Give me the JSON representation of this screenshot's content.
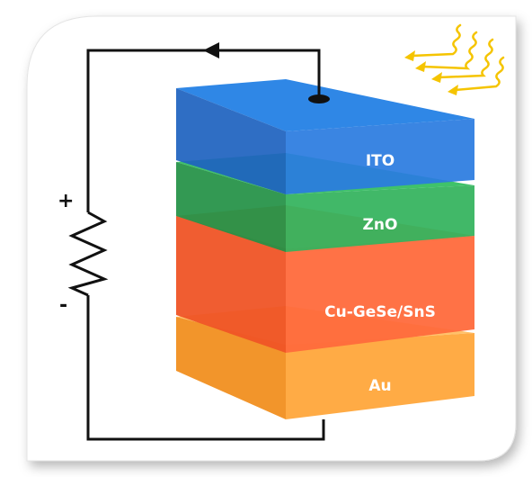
{
  "layers": [
    {
      "name": "ITO",
      "top": "#2f87e6",
      "front": "#2b7ce0",
      "side": "#1f63c0"
    },
    {
      "name": "ZnO",
      "top": "#3fc26a",
      "front": "#33b35c",
      "side": "#249146"
    },
    {
      "name": "Cu-GeSe/SnS",
      "top": "#ff8a66",
      "front": "#ff6a3c",
      "side": "#ef5426"
    },
    {
      "name": "Au",
      "top": "#ffc16a",
      "front": "#ffab45",
      "side": "#f2952b"
    }
  ],
  "circuit": {
    "plus_sign": "+",
    "minus_sign": "-"
  },
  "colors": {
    "wire": "#111111",
    "light_rays": "#f5c400",
    "card_border": "#e2e2e2"
  }
}
